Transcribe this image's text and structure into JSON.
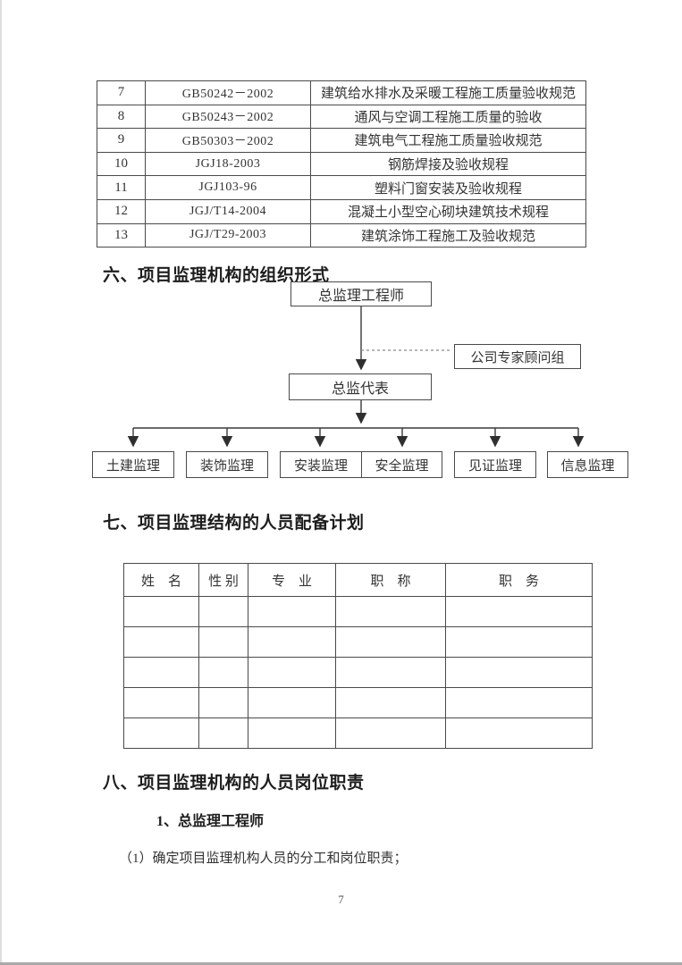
{
  "page": {
    "number": "7"
  },
  "standards_table": {
    "rows": [
      {
        "no": "7",
        "code": "GB50242－2002",
        "name": "建筑给水排水及采暖工程施工质量验收规范"
      },
      {
        "no": "8",
        "code": "GB50243－2002",
        "name": "通风与空调工程施工质量的验收"
      },
      {
        "no": "9",
        "code": "GB50303－2002",
        "name": "建筑电气工程施工质量验收规范"
      },
      {
        "no": "10",
        "code": "JGJ18-2003",
        "name": "钢筋焊接及验收规程"
      },
      {
        "no": "11",
        "code": "JGJ103-96",
        "name": "塑料门窗安装及验收规程"
      },
      {
        "no": "12",
        "code": "JGJ/T14-2004",
        "name": "混凝土小型空心砌块建筑技术规程"
      },
      {
        "no": "13",
        "code": "JGJ/T29-2003",
        "name": "建筑涂饰工程施工及验收规范"
      }
    ]
  },
  "sections": {
    "six": {
      "title": "六、项目监理机构的组织形式"
    },
    "seven": {
      "title": "七、项目监理结构的人员配备计划"
    },
    "eight": {
      "title": "八、项目监理机构的人员岗位职责"
    }
  },
  "org_chart": {
    "chief": "总监理工程师",
    "advisor": "公司专家顾问组",
    "deputy": "总监代表",
    "departments": [
      "土建监理",
      "装饰监理",
      "安装监理",
      "安全监理",
      "见证监理",
      "信息监理"
    ]
  },
  "staffing_table": {
    "headers": [
      "姓　名",
      "性 别",
      "专　业",
      "职　称",
      "职　务"
    ]
  },
  "duties": {
    "sub1_title": "1、总监理工程师",
    "item1": "（1）确定项目监理机构人员的分工和岗位职责；"
  },
  "colors": {
    "line": "#4a4a4a",
    "text": "#2b2b2b"
  }
}
